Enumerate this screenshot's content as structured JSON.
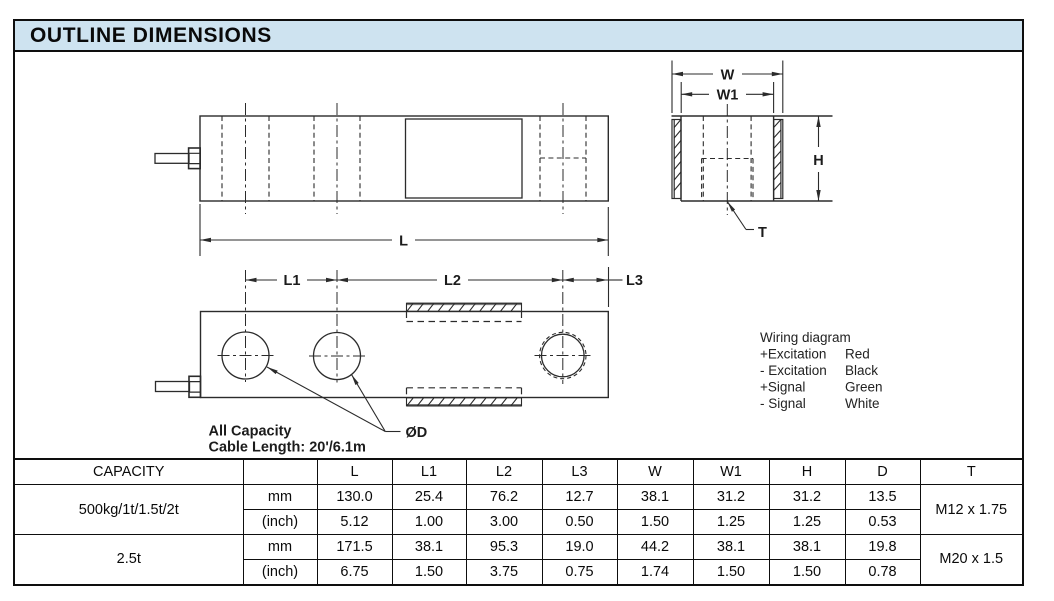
{
  "title": "OUTLINE DIMENSIONS",
  "colors": {
    "header_fill": "#cee3f0",
    "line": "#2b2b2b",
    "text": "#111111"
  },
  "drawing": {
    "dims": {
      "L": "L",
      "L1": "L1",
      "L2": "L2",
      "L3": "L3",
      "W": "W",
      "W1": "W1",
      "H": "H",
      "T": "T",
      "D": "ØD"
    },
    "notes": {
      "line1": "All Capacity",
      "line2": "Cable Length: 20'/6.1m"
    },
    "wiring": {
      "title": "Wiring diagram",
      "rows": [
        {
          "label": "+Excitation",
          "color": "Red"
        },
        {
          "label": "- Excitation",
          "color": "Black"
        },
        {
          "label": "+Signal",
          "color": "Green"
        },
        {
          "label": "- Signal",
          "color": "White"
        }
      ]
    }
  },
  "table": {
    "headers": [
      "CAPACITY",
      "",
      "L",
      "L1",
      "L2",
      "L3",
      "W",
      "W1",
      "H",
      "D",
      "T"
    ],
    "unit_labels": [
      "mm",
      "(inch)"
    ],
    "groups": [
      {
        "capacity": "500kg/1t/1.5t/2t",
        "thread": "M12 x 1.75",
        "mm": [
          "130.0",
          "25.4",
          "76.2",
          "12.7",
          "38.1",
          "31.2",
          "31.2",
          "13.5"
        ],
        "inch": [
          "5.12",
          "1.00",
          "3.00",
          "0.50",
          "1.50",
          "1.25",
          "1.25",
          "0.53"
        ]
      },
      {
        "capacity": "2.5t",
        "thread": "M20 x 1.5",
        "mm": [
          "171.5",
          "38.1",
          "95.3",
          "19.0",
          "44.2",
          "38.1",
          "38.1",
          "19.8"
        ],
        "inch": [
          "6.75",
          "1.50",
          "3.75",
          "0.75",
          "1.74",
          "1.50",
          "1.50",
          "0.78"
        ]
      }
    ]
  }
}
